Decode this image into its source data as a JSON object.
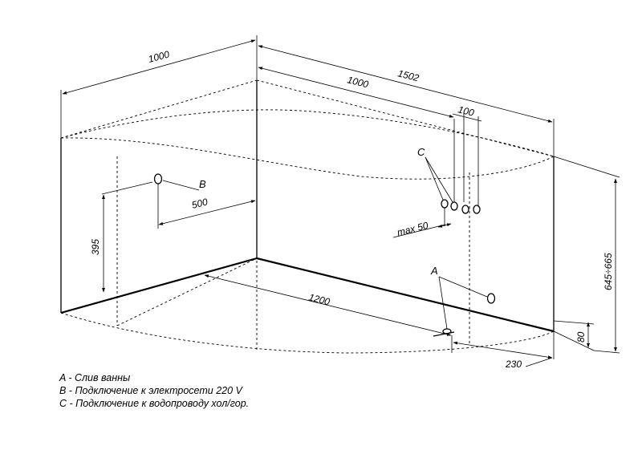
{
  "dimensions": {
    "width_top": "1000",
    "length_total": "1502",
    "length_to_water": "1000",
    "water_spacing": "100",
    "power_offset": "500",
    "power_height": "395",
    "total_height": "645÷665",
    "bottom_length": "1200",
    "drain_height": "80",
    "drain_offset": "230",
    "max_water": "max 50"
  },
  "markers": {
    "a": "A",
    "b": "B",
    "c": "C"
  },
  "legend": {
    "a": "A - Слив ванны",
    "b": "B - Подключение к электросети 220 V",
    "c": "C - Подключение к водопроводу хол/гор."
  }
}
